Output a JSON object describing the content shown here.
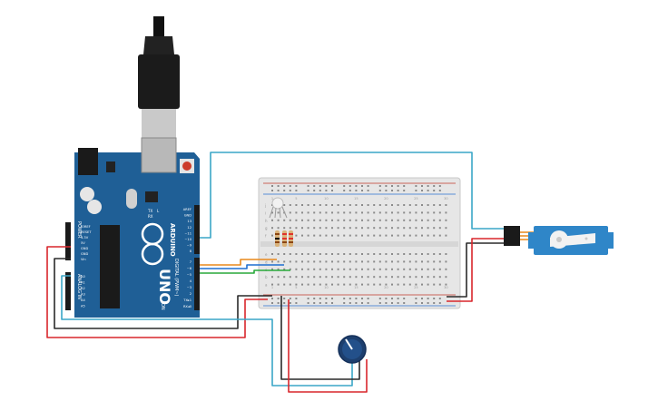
{
  "board": {
    "brand": "ARDUINO",
    "model": "UNO",
    "power_header": "POWER",
    "analog_header": "ANALOG IN",
    "digital_header": "DIGITAL (PWM~)",
    "on_label": "ON",
    "tx_label": "TX",
    "rx_label": "RX",
    "l_label": "L",
    "power_pins": [
      "IOREF",
      "RESET",
      "3.3V",
      "5V",
      "GND",
      "GND",
      "Vin"
    ],
    "analog_pins": [
      "A0",
      "A1",
      "A2",
      "A3",
      "A4",
      "A5"
    ],
    "digital_pins_top": [
      "AREF",
      "GND",
      "13",
      "12",
      "~11",
      "~10",
      "~9",
      "8"
    ],
    "digital_pins_bottom": [
      "7",
      "~6",
      "~5",
      "4",
      "~3",
      "2",
      "TX▸1",
      "RX◂0"
    ]
  },
  "breadboard": {
    "row_letters_top": [
      "j",
      "i",
      "h",
      "g",
      "f"
    ],
    "row_letters_bottom": [
      "e",
      "d",
      "c",
      "b",
      "a"
    ],
    "column_numbers": [
      "1",
      "5",
      "10",
      "15",
      "20",
      "25",
      "30"
    ]
  },
  "colors": {
    "board": "#1f5f96",
    "breadboard": "#e6e6e6",
    "wire_red": "#d9262c",
    "wire_black": "#2a2a2a",
    "wire_cyan": "#3aa6c7",
    "wire_orange": "#e8891c",
    "wire_blue": "#1f6fd1",
    "wire_green": "#28a83a",
    "servo_body": "#2f86c8",
    "knob": "#1d3f6e"
  }
}
